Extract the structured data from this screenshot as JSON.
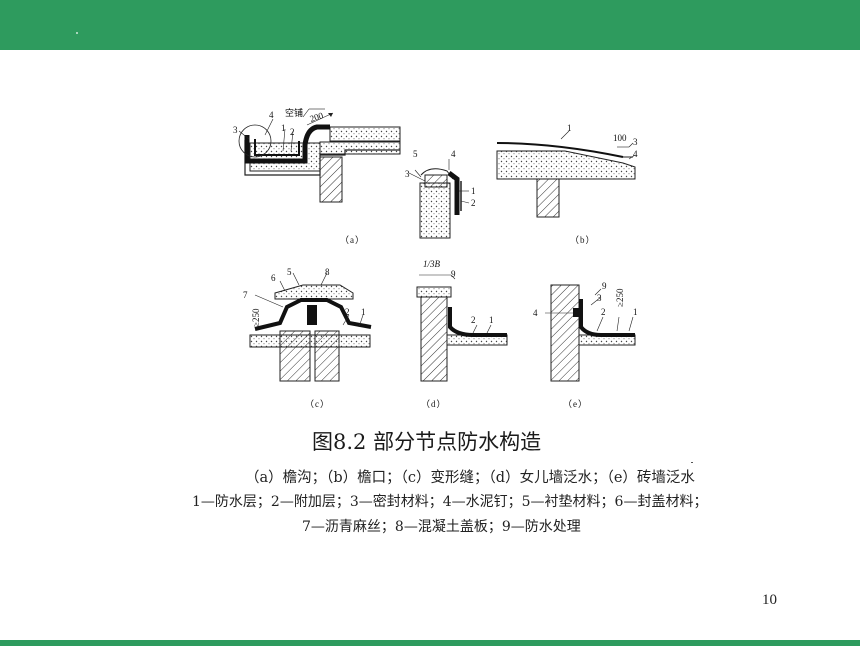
{
  "header": {
    "color": "#2e9b5e"
  },
  "figure": {
    "title": "图8.2  部分节点防水构造",
    "subcaption": "（a）檐沟；（b）檐口；（c）变形缝；（d）女儿墙泛水；（e）砖墙泛水",
    "legend_line1": "1—防水层；2—附加层；3—密封材料；4—水泥钉；5—衬垫材料；6—封盖材料；",
    "legend_line2": "7—沥青麻丝；8—混凝土盖板；9—防水处理",
    "panels": {
      "a": {
        "label": "（a）",
        "callouts": [
          "4",
          "3",
          "1",
          "2"
        ],
        "note": "空铺",
        "dimension": "200"
      },
      "b": {
        "label": "（b）",
        "callouts": [
          "1",
          "3",
          "4"
        ],
        "dimension": "100"
      },
      "parapet_detail": {
        "callouts": [
          "5",
          "4",
          "3",
          "1",
          "2"
        ]
      },
      "c": {
        "label": "（c）",
        "callouts": [
          "6",
          "5",
          "8",
          "7",
          "2",
          "1"
        ],
        "dimension": "≥250"
      },
      "d": {
        "label": "（d）",
        "callouts": [
          "9",
          "2",
          "1"
        ],
        "dimension": "1/3B"
      },
      "e": {
        "label": "（e）",
        "callouts": [
          "9",
          "3",
          "4",
          "2",
          "1"
        ],
        "dimension": "≥250"
      }
    }
  },
  "page_number": "10"
}
